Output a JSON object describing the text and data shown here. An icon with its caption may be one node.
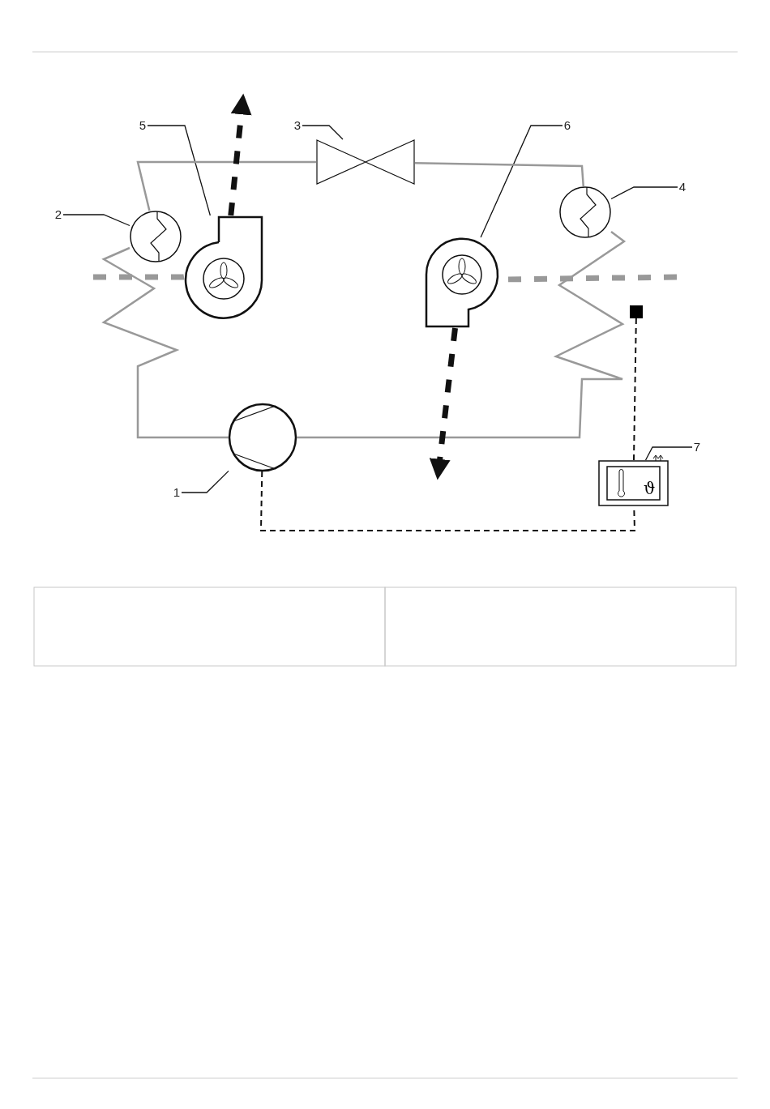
{
  "diagram": {
    "nodes": [
      {
        "text": [
          "5"
        ]
      },
      {
        "text": [
          "3"
        ]
      },
      {
        "text": [
          "6"
        ]
      },
      {
        "text": [
          "4"
        ]
      },
      {
        "text": [
          "2"
        ]
      },
      {
        "text": [
          "7"
        ]
      },
      {
        "text": [
          "1"
        ]
      },
      {
        "text": [],
        "shape": "valve"
      },
      {
        "text": [],
        "shape": "circle"
      },
      {
        "text": [],
        "shape": "circle"
      },
      {
        "text": [],
        "shape": "fan"
      },
      {
        "text": [],
        "shape": "fan"
      },
      {
        "text": [],
        "shape": "circle"
      },
      {
        "text": [],
        "shape": "square"
      },
      {
        "text": [
          "ϑ"
        ]
      }
    ],
    "edges": [
      {
        "from": 0,
        "to": 10,
        "arrow": "none"
      },
      {
        "from": 1,
        "to": 7,
        "arrow": "none"
      },
      {
        "from": 2,
        "to": 11,
        "arrow": "none"
      },
      {
        "from": 3,
        "to": 9,
        "arrow": "none"
      },
      {
        "from": 4,
        "to": 8,
        "arrow": "none"
      },
      {
        "from": 5,
        "to": 14,
        "arrow": "none"
      },
      {
        "from": 6,
        "to": 12,
        "arrow": "none"
      },
      {
        "from": 12,
        "to": 8,
        "arrow": "none",
        "color": "#999999"
      },
      {
        "from": 8,
        "to": 7,
        "arrow": "none",
        "color": "#999999"
      },
      {
        "from": 7,
        "to": 9,
        "arrow": "none",
        "color": "#999999"
      },
      {
        "from": 9,
        "to": 12,
        "arrow": "none",
        "color": "#999999"
      },
      {
        "from": 12,
        "to": 14,
        "arrow": "none",
        "style": "dashed"
      },
      {
        "from": 13,
        "to": 14,
        "arrow": "none",
        "style": "dashed"
      },
      {
        "from": null,
        "to": 10,
        "arrow": "none",
        "style": "dashed",
        "color": "#999999"
      },
      {
        "from": 10,
        "to": null,
        "arrow": "to",
        "style": "dashed"
      },
      {
        "from": null,
        "to": 11,
        "arrow": "none",
        "style": "dashed",
        "color": "#999999"
      },
      {
        "from": 11,
        "to": null,
        "arrow": "to",
        "style": "dashed"
      }
    ]
  }
}
